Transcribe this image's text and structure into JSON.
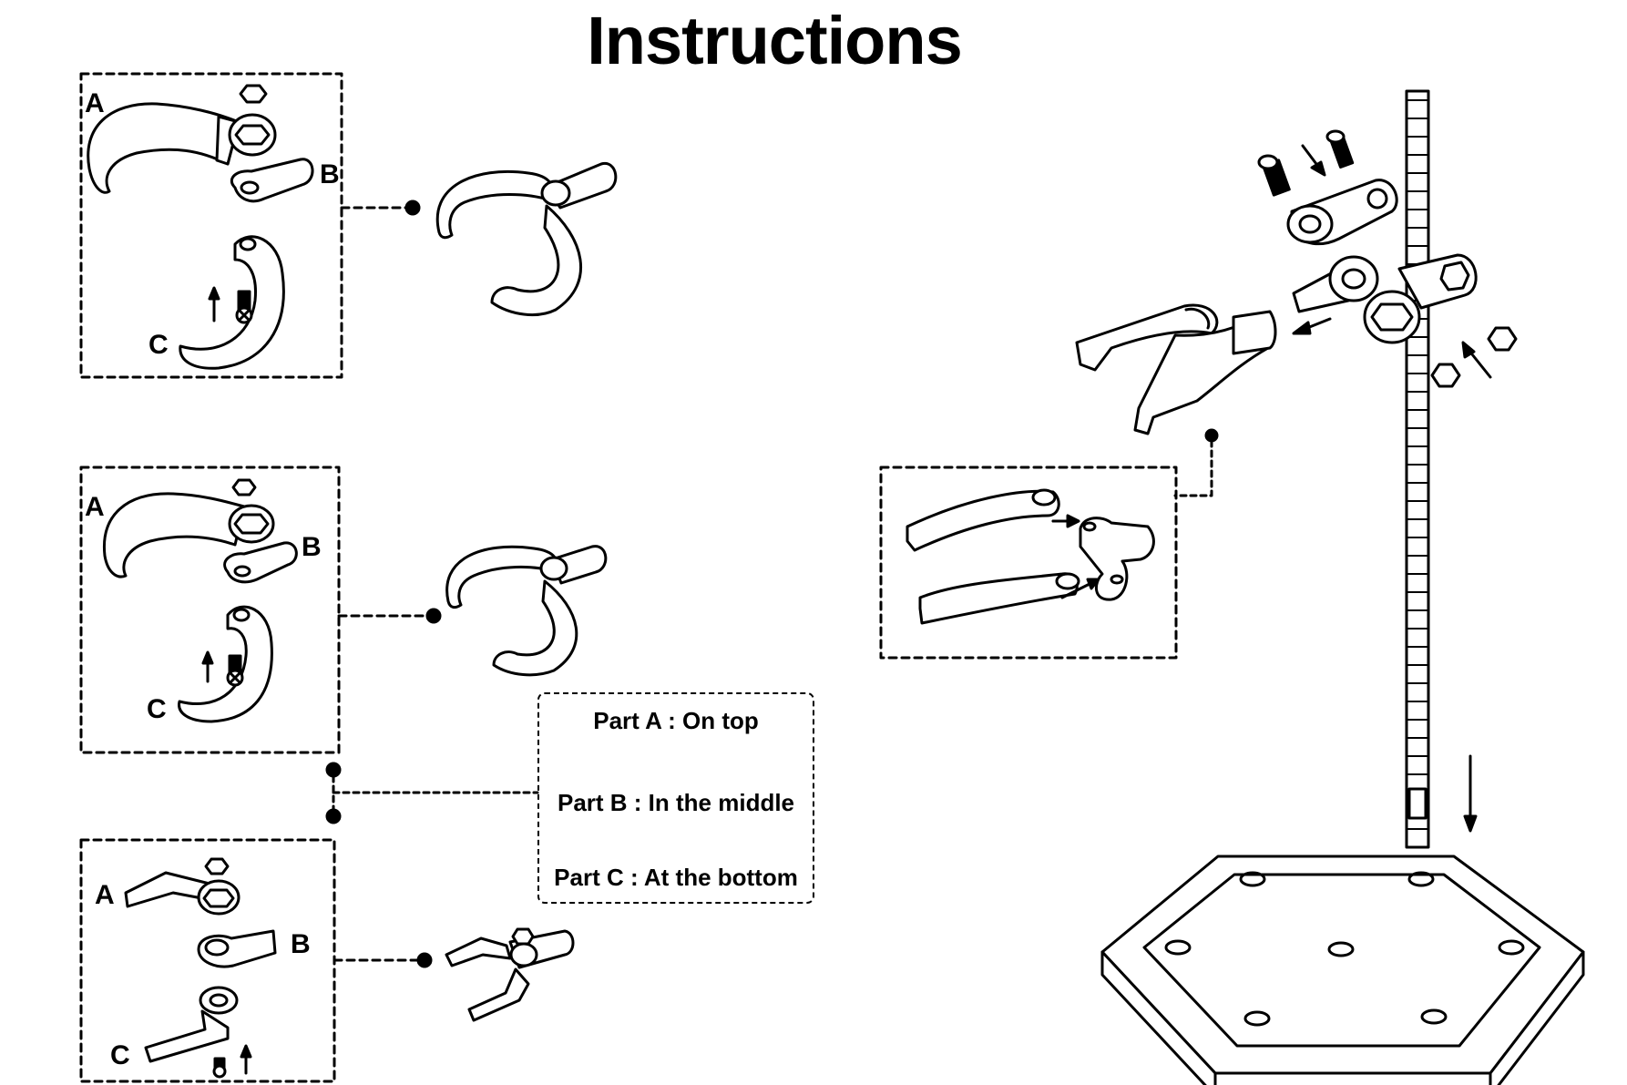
{
  "title": "Instructions",
  "labels": {
    "a": "A",
    "b": "B",
    "c": "C"
  },
  "legend": [
    "Part A : On top",
    "Part B : In the middle",
    "Part C : At the bottom"
  ]
}
